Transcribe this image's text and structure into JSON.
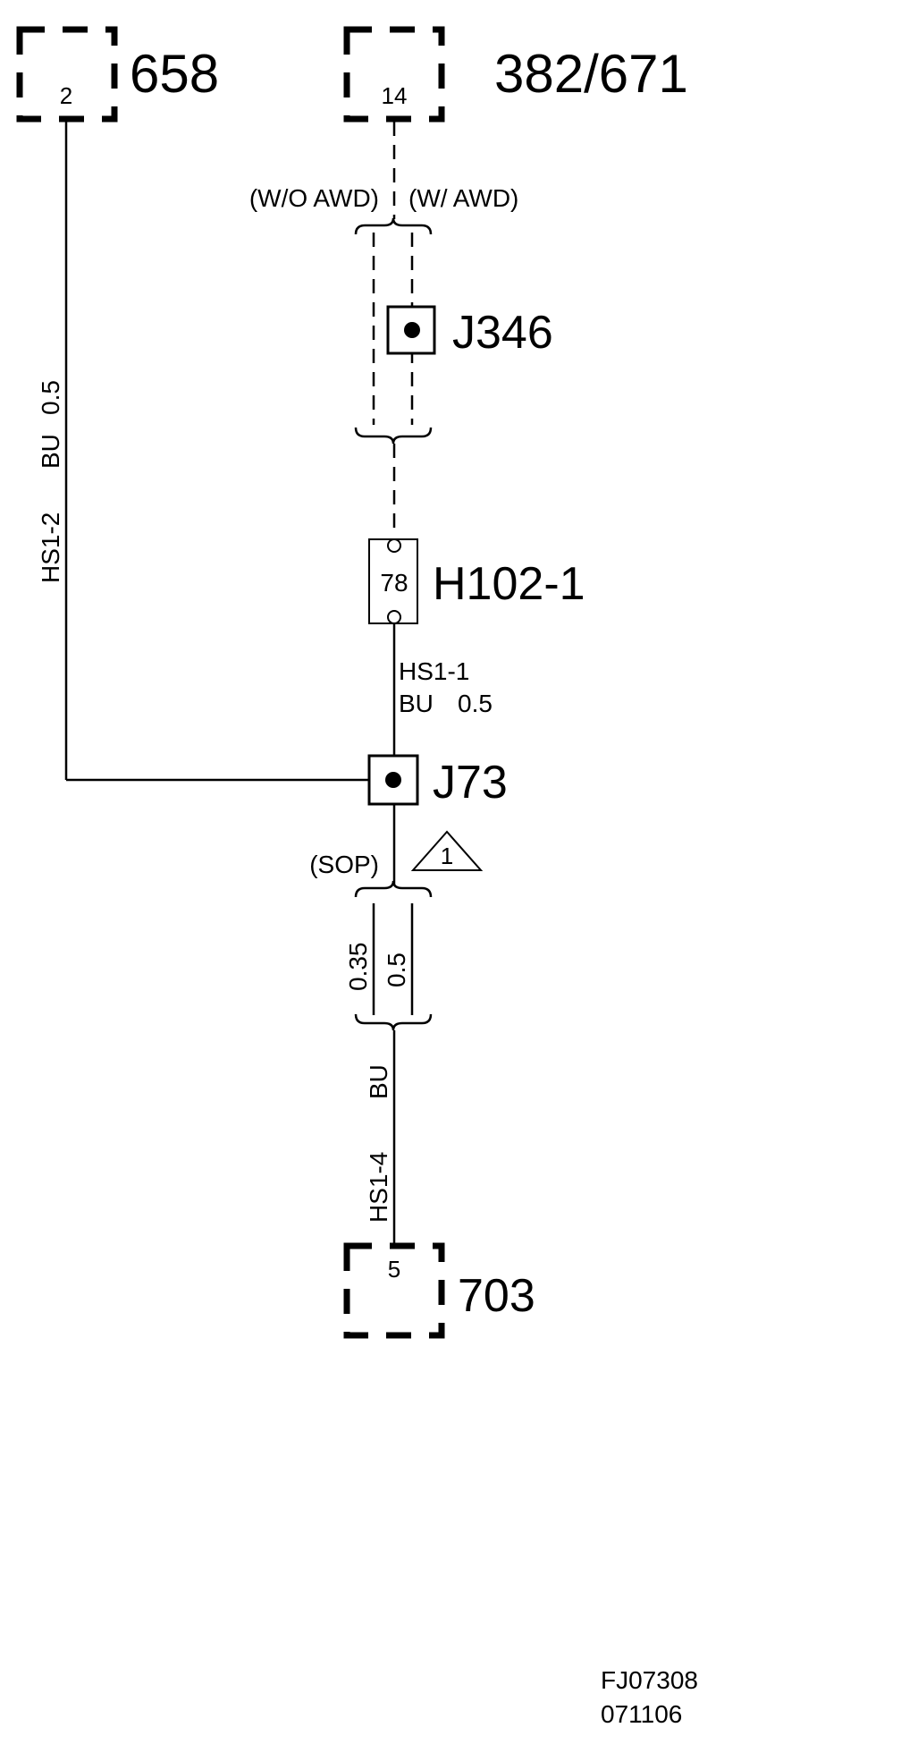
{
  "connectors": {
    "c658": {
      "id": "658",
      "pin": "2"
    },
    "c382": {
      "id": "382/671",
      "pin": "14"
    },
    "c703": {
      "id": "703",
      "pin": "5"
    }
  },
  "splices": {
    "j346": "J346",
    "j73": "J73"
  },
  "inline_connector": {
    "id": "H102-1",
    "pin": "78"
  },
  "wires": {
    "hs1_2": {
      "circuit": "HS1-2",
      "color": "BU",
      "size": "0.5"
    },
    "hs1_1": {
      "circuit": "HS1-1",
      "color": "BU",
      "size": "0.5"
    },
    "hs1_4": {
      "circuit": "HS1-4",
      "color": "BU",
      "size_a": "0.35",
      "size_b": "0.5"
    }
  },
  "options": {
    "without_awd": "(W/O AWD)",
    "with_awd": "(W/ AWD)",
    "sop": "(SOP)"
  },
  "note_marker": "1",
  "drawing_code": "FJ07308",
  "drawing_date": "071106"
}
